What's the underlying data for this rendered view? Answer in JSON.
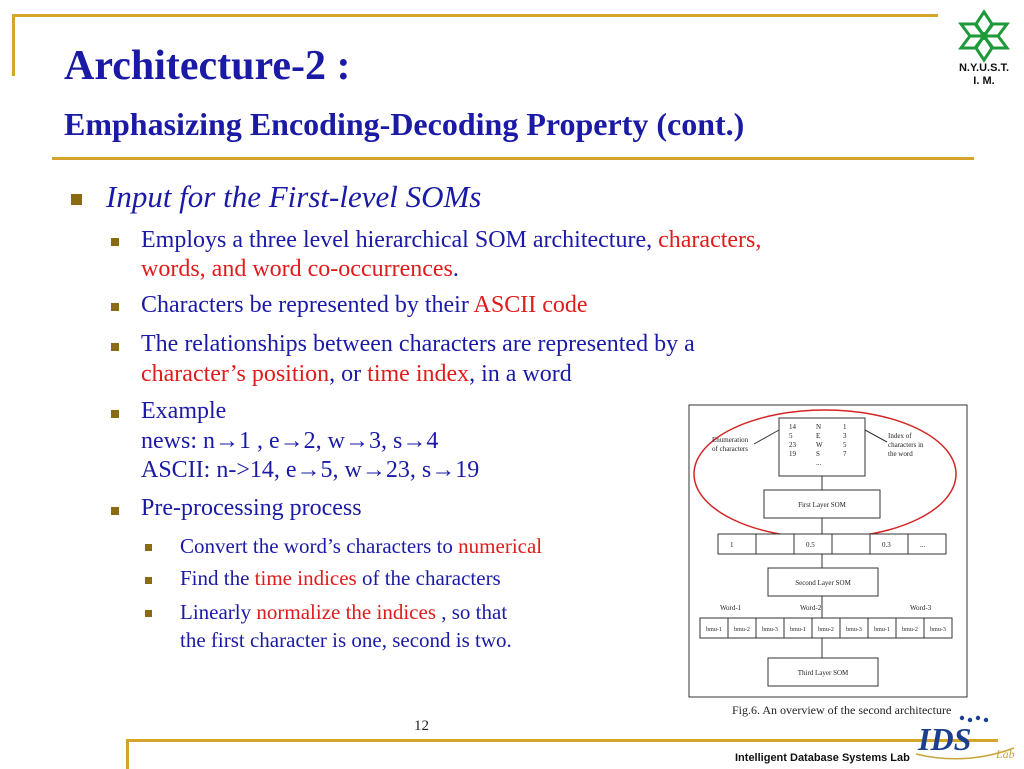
{
  "slide": {
    "title": "Architecture-2 :",
    "subtitle": "Emphasizing Encoding-Decoding Property (cont.)",
    "logo_caption_line1": "N.Y.U.S.T.",
    "logo_caption_line2": "I. M.",
    "page_number": "12",
    "footer": "Intelligent Database Systems Lab"
  },
  "colors": {
    "text": "#1a1aa6",
    "highlight": "#e01b1b",
    "accent": "#d4a52a",
    "bullet": "#8a6a12"
  },
  "content": {
    "heading": "Input for the First-level SOMs",
    "b1_a": "Employs a three level hierarchical SOM architecture, ",
    "b1_b": "characters,",
    "b1_c": "words, and word co-occurrences",
    "b1_d": ".",
    "b2_a": "Characters be represented by their ",
    "b2_b": "ASCII code",
    "b3_a": "The relationships  between characters are represented by a",
    "b3_b": "character’s position",
    "b3_c": ", or ",
    "b3_d": "time index",
    "b3_e": ", in a word",
    "b4_a": "Example",
    "b4_b": "news: n→1 ,  e→2, w→3, s→4",
    "b4_c": "ASCII: n->14, e→5, w→23, s→19",
    "b5": "Pre-processing process",
    "s1_a": "Convert the word’s characters to ",
    "s1_b": "numerical",
    "s2_a": "Find the ",
    "s2_b": "time indices",
    "s2_c": " of the characters",
    "s3_a": "Linearly ",
    "s3_b": "normalize the indices",
    "s3_c": " , so that",
    "s3_d": "the first character is one, second is two."
  },
  "figure": {
    "caption": "Fig.6.  An overview of the second architecture",
    "enum_label": [
      "Enumeration",
      "of characters"
    ],
    "index_label": [
      "Index of",
      "characters in",
      "the word"
    ],
    "table_rows": [
      [
        "14",
        "N",
        "1"
      ],
      [
        "5",
        "E",
        "3"
      ],
      [
        "23",
        "W",
        "5"
      ],
      [
        "19",
        "S",
        "7"
      ],
      [
        "",
        "...",
        ""
      ]
    ],
    "first_layer": "First Layer SOM",
    "second_layer": "Second Layer SOM",
    "third_layer": "Third Layer SOM",
    "vector_cells": [
      "1",
      "",
      "0.5",
      "",
      "0.3",
      "..."
    ],
    "word_labels": [
      "Word-1",
      "Word-2",
      "Word-3"
    ],
    "bmu_cells": [
      "bmu-1",
      "bmu-2",
      "bmu-3",
      "bmu-1",
      "bmu-2",
      "bmu-3",
      "bmu-1",
      "bmu-2",
      "bmu-3"
    ]
  }
}
